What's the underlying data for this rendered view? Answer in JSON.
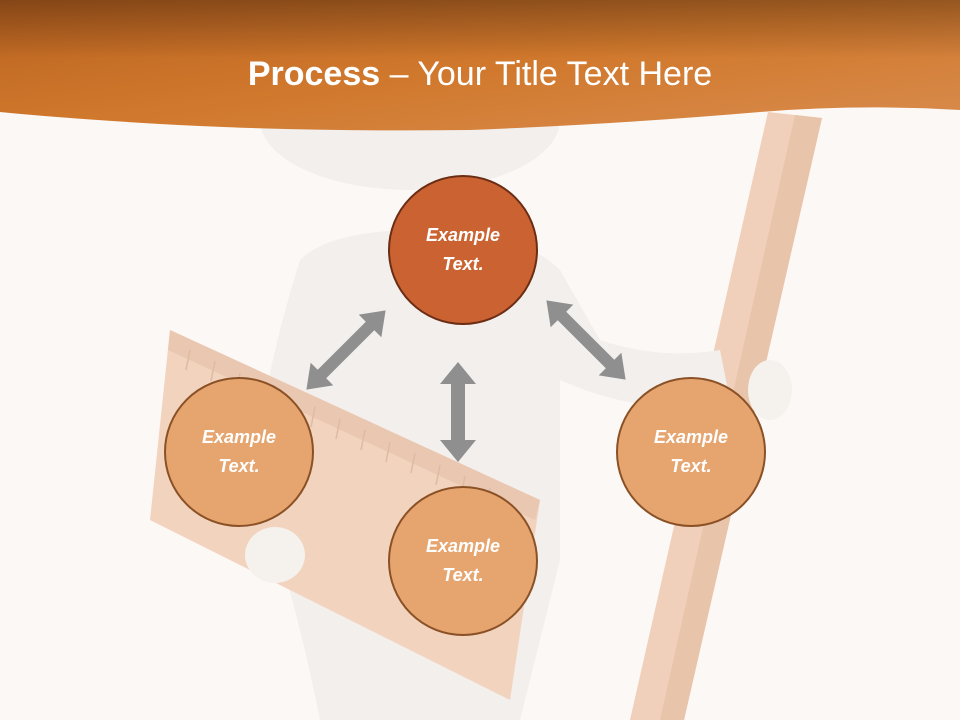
{
  "slide": {
    "title_bold": "Process",
    "title_rest": " – Your Title Text Here",
    "nodes": {
      "top": "Example\nText.",
      "left": "Example\nText.",
      "right": "Example\nText.",
      "bottom": "Example\nText."
    }
  },
  "colors": {
    "header": "#c96f2c",
    "background": "#fcf8f5",
    "main_node": "#cb6232",
    "secondary_node": "#e6a46e",
    "arrow": "#8f8f8f"
  }
}
